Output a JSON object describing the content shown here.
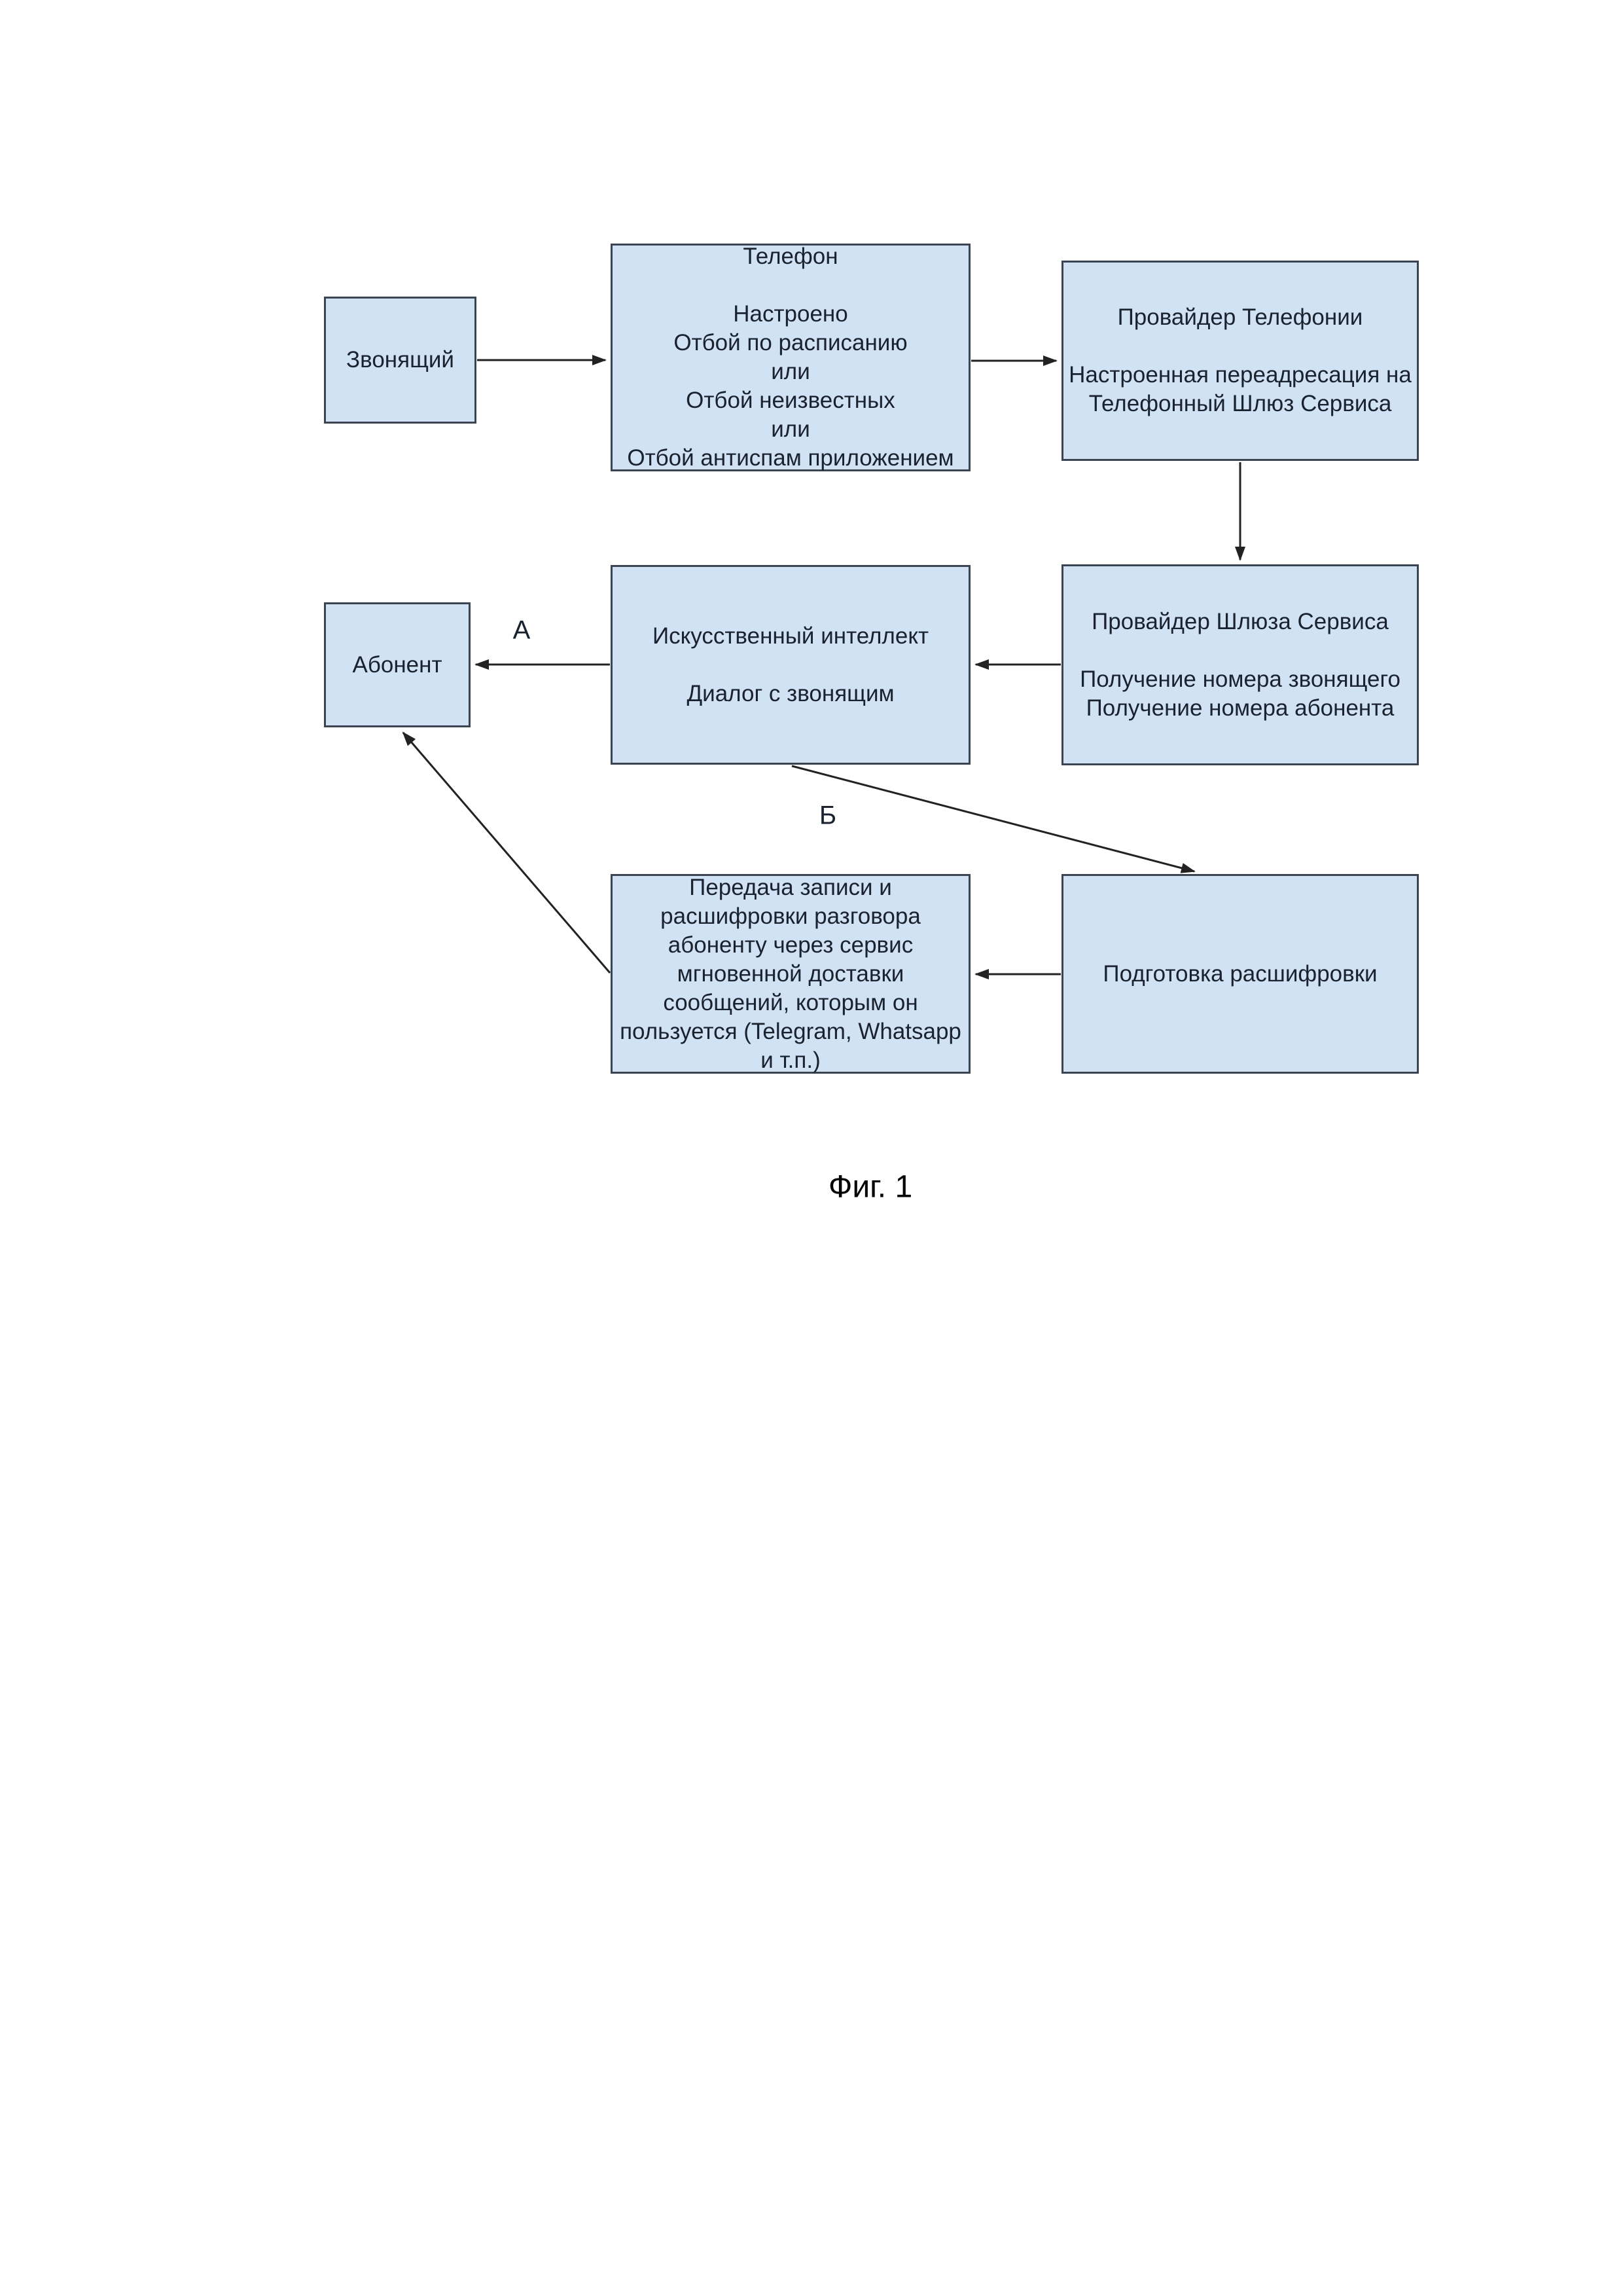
{
  "figure": {
    "caption": "Фиг. 1"
  },
  "colors": {
    "box_fill": "#d0e2f3",
    "box_border": "#3b4552",
    "text": "#1a2230",
    "arrow": "#222222",
    "background": "#ffffff"
  },
  "nodes": {
    "caller": "Звонящий",
    "phone": "Телефон\n\nНастроено\nОтбой по расписанию\nили\nОтбой неизвестных\nили\nОтбой антиспам приложением",
    "telephony_provider": "Провайдер Телефонии\n\nНастроенная переадресация на\nТелефонный Шлюз Сервиса",
    "subscriber": "Абонент",
    "ai": "Искусственный интеллект\n\nДиалог с звонящим",
    "gateway_provider": "Провайдер Шлюза Сервиса\n\nПолучение номера звонящего\nПолучение номера абонента",
    "delivery": "Передача записи и\nрасшифровки разговора\nабоненту через сервис\nмгновенной доставки\nсообщений, которым он\nпользуется (Telegram, Whatsapp\nи т.п.)",
    "transcript": "Подготовка расшифровки"
  },
  "edge_labels": {
    "a": "А",
    "b": "Б"
  }
}
